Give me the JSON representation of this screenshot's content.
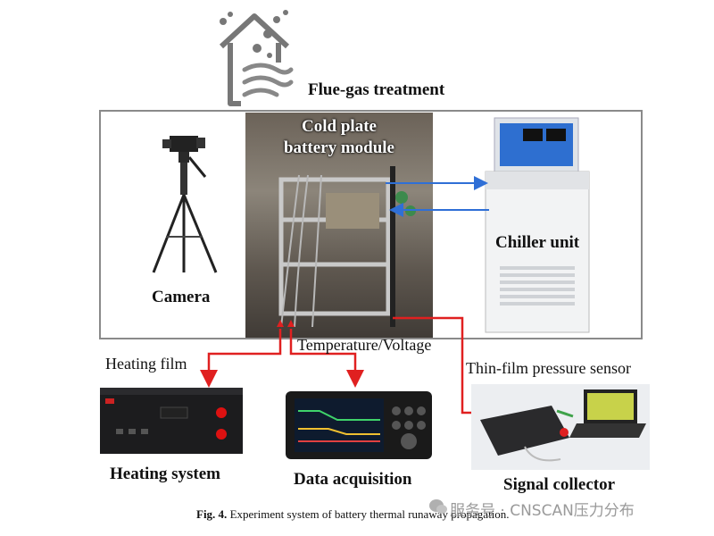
{
  "top_label": "Flue-gas treatment",
  "module_label_line1": "Cold plate",
  "module_label_line2": "battery module",
  "camera_label": "Camera",
  "chiller_label": "Chiller unit",
  "temp_voltage_label": "Temperature/Voltage",
  "heating_film_label": "Heating film",
  "pressure_sensor_label": "Thin-film pressure sensor",
  "heating_system_label": "Heating system",
  "data_acquisition_label": "Data acquisition",
  "signal_collector_label": "Signal collector",
  "caption_prefix": "Fig. 4.",
  "caption_text": "Experiment system of battery thermal runaway propagation.",
  "watermark": "服务号 · CNSCAN压力分布",
  "colors": {
    "signal_line": "#e02020",
    "coolant_line": "#2f6fd6",
    "frame": "#8a8a8a"
  },
  "icons": [
    "flue-gas-house-icon",
    "camera-tripod-icon",
    "battery-module-photo",
    "chiller-unit-icon",
    "heating-system-device",
    "data-acquisition-device",
    "signal-collector-laptop",
    "wechat-icon"
  ]
}
